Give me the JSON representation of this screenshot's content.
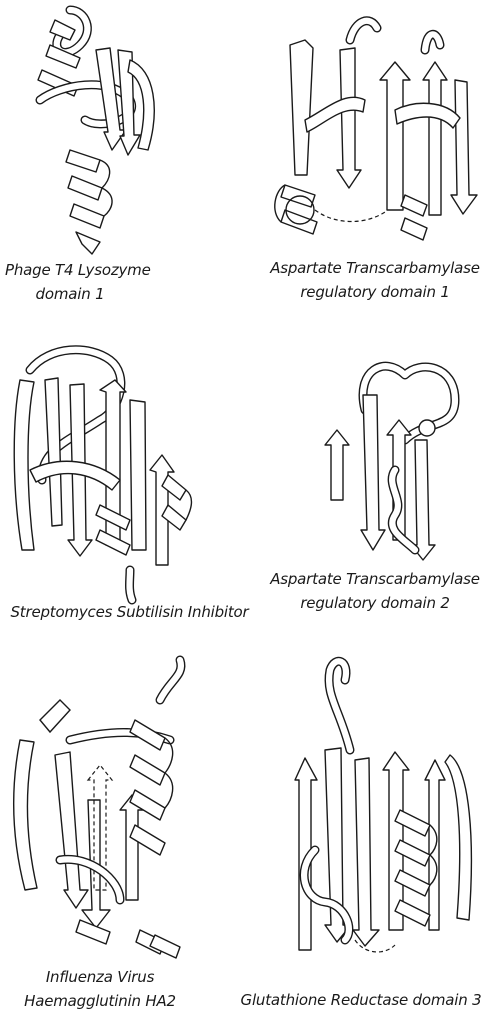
{
  "panels": [
    {
      "id": "t4",
      "caption": [
        "Phage T4 Lysozyme",
        "domain 1"
      ]
    },
    {
      "id": "atc1",
      "caption": [
        "Aspartate Transcarbamylase",
        "regulatory domain 1"
      ]
    },
    {
      "id": "ssi",
      "caption": [
        "Streptomyces Subtilisin Inhibitor"
      ]
    },
    {
      "id": "atc2",
      "caption": [
        "Aspartate Transcarbamylase",
        "regulatory domain 2"
      ]
    },
    {
      "id": "ha2",
      "caption": [
        "Influenza Virus",
        "Haemagglutinin HA2"
      ]
    },
    {
      "id": "gr3",
      "caption": [
        "Glutathione Reductase domain 3"
      ]
    }
  ]
}
